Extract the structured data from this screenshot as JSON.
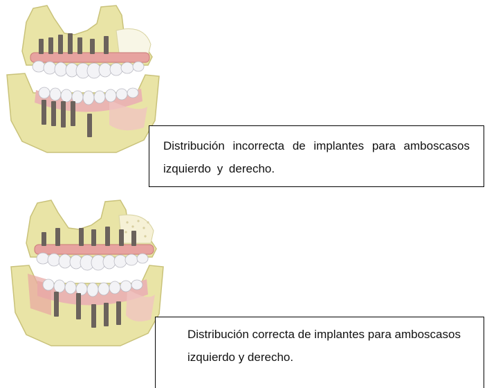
{
  "captions": {
    "incorrect": "Distribución incorrecta de implantes para amboscasos izquierdo y derecho.",
    "correct": "Distribución correcta de implantes para amboscasos izquierdo y derecho."
  },
  "figures": {
    "incorrect": {
      "upper_implants": 7,
      "lower_implants": 5
    },
    "correct": {
      "upper_implants": 7,
      "lower_implants": 5
    }
  },
  "colors": {
    "bone": "#e9e4a6",
    "bone_dark": "#c9c27a",
    "gum": "#e7a3a0",
    "tooth": "#f3f3f6",
    "implant": "#6b625c",
    "bar": "#d98d8a"
  }
}
